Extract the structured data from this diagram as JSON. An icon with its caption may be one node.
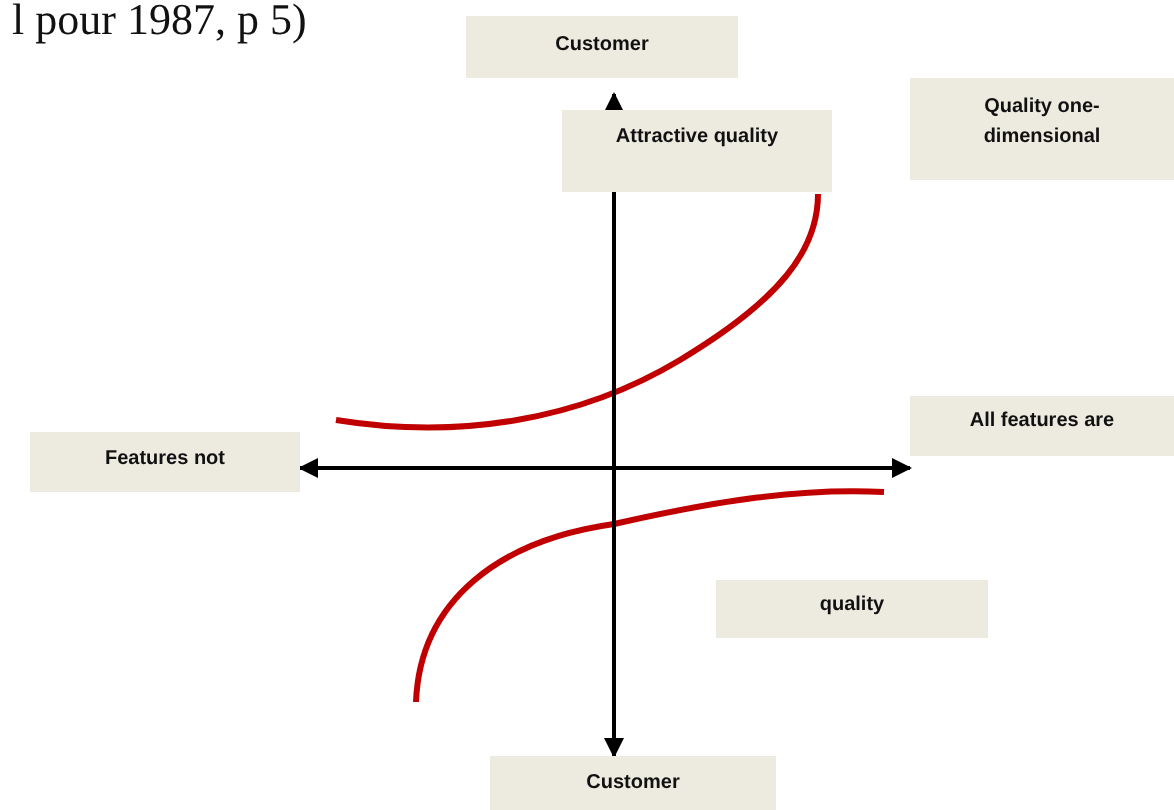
{
  "diagram": {
    "nodes": [
      {
        "text": [
          "Customer"
        ]
      },
      {
        "text": [
          "Attractive quality"
        ]
      },
      {
        "text": [
          "Quality one-dimensional"
        ]
      },
      {
        "text": [
          "Features not"
        ]
      },
      {
        "text": [
          "All features are"
        ]
      },
      {
        "text": [
          "quality"
        ]
      },
      {
        "text": [
          "Customer"
        ]
      }
    ],
    "edges": [
      {
        "from": 1,
        "to": 0,
        "arrow": "to"
      },
      {
        "from": 1,
        "to": 6,
        "arrow": "to"
      },
      {
        "from": 3,
        "to": 4,
        "arrow": "both"
      }
    ],
    "labels": [
      "l pour 1987, p 5)"
    ]
  }
}
